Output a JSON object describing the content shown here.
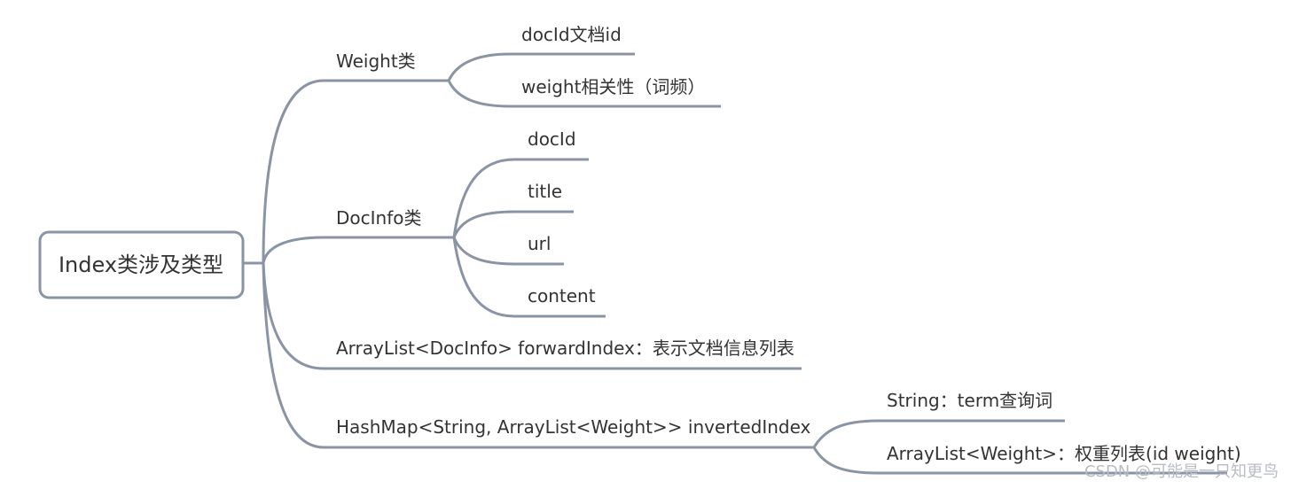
{
  "root": {
    "label": "Index类涉及类型"
  },
  "nodes": {
    "weight_class": "Weight类",
    "weight_docid": "docId文档id",
    "weight_weight": "weight相关性（词频）",
    "docinfo_class": "DocInfo类",
    "docinfo_docid": "docId",
    "docinfo_title": "title",
    "docinfo_url": "url",
    "docinfo_content": "content",
    "forward_index": "ArrayList<DocInfo> forwardIndex：表示文档信息列表",
    "inverted_index": "HashMap<String, ArrayList<Weight>> invertedIndex",
    "inverted_key": "String：term查询词",
    "inverted_value": "ArrayList<Weight>：权重列表(id weight)"
  },
  "watermark": "CSDN @可能是一只知更鸟"
}
